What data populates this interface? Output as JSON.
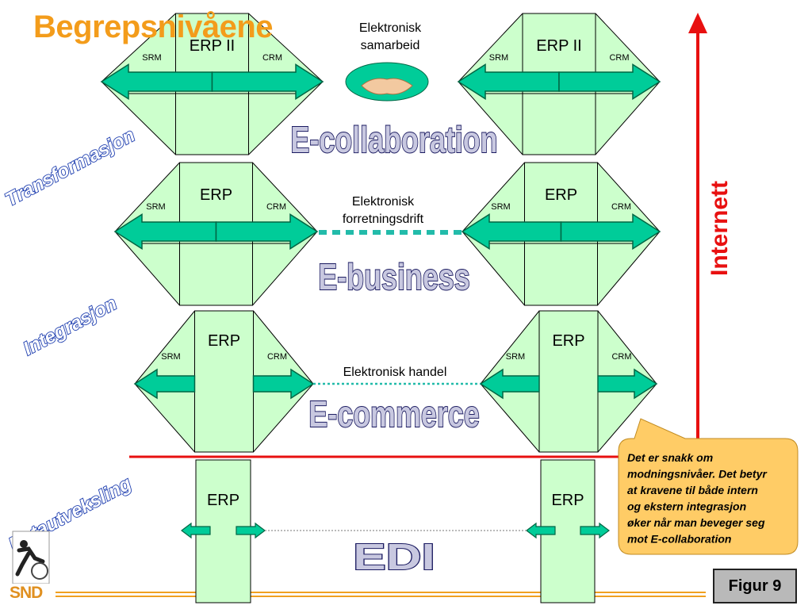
{
  "title": "Begrepsnivåene",
  "vertical_axis_label": "Internett",
  "figure_label": "Figur 9",
  "logo_text": "SND",
  "callout": {
    "lines": [
      "Det er snakk om",
      "modningsnivåer. Det betyr",
      "at kravene til både intern",
      "og ekstern integrasjon",
      "øker når man beveger seg",
      "mot E-collaboration"
    ]
  },
  "levels": [
    {
      "id": "collaboration",
      "side_label": "",
      "big_label": "E-collaboration",
      "link_label": [
        "Elektronisk",
        "samarbeid"
      ],
      "core": "ERP II",
      "left_module": "SRM",
      "right_module": "CRM"
    },
    {
      "id": "business",
      "side_label": "Transformasjon",
      "big_label": "E-business",
      "link_label": [
        "Elektronisk",
        "forretningsdrift"
      ],
      "core": "ERP",
      "left_module": "SRM",
      "right_module": "CRM"
    },
    {
      "id": "commerce",
      "side_label": "Integrasjon",
      "big_label": "E-commerce",
      "link_label": [
        "Elektronisk handel"
      ],
      "core": "ERP",
      "left_module": "SRM",
      "right_module": "CRM"
    },
    {
      "id": "edi",
      "side_label": "Datautveksling",
      "big_label": "EDI",
      "link_label": [],
      "core": "ERP",
      "left_module": "",
      "right_module": ""
    }
  ],
  "colors": {
    "title": "#f39c1b",
    "box_fill": "#ccffcc",
    "arrow_fill": "#00cc99",
    "arrow_stroke": "#006644",
    "link_dotted": "#22bbaa",
    "axis_red": "#e81010",
    "side_label": "#1f3fb0",
    "big_label_fill": "#c8c8e0",
    "big_label_stroke": "#1a1a60",
    "callout_fill": "#ffcc66",
    "orange_rule": "#f0a020"
  }
}
